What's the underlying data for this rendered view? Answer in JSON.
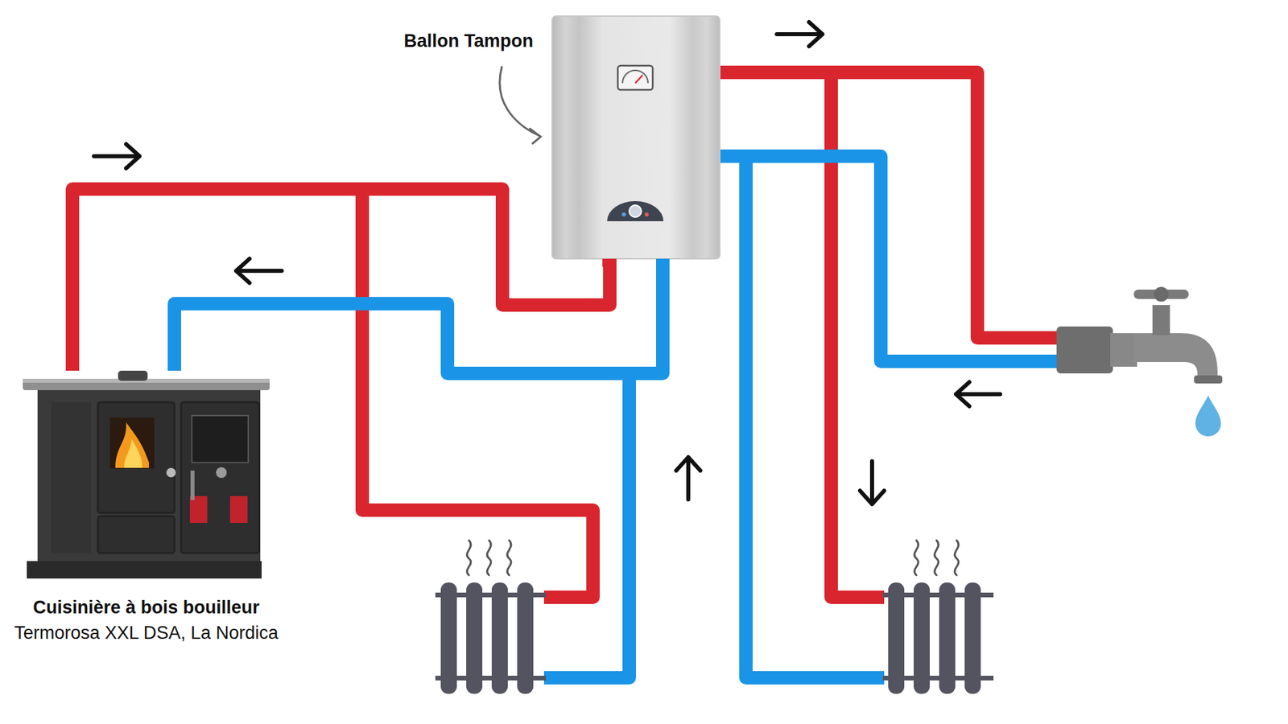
{
  "diagram": {
    "nodes": [
      {
        "text": [
          "Cuisinière à bois bouilleur",
          "Termorosa XXL DSA, La Nordica"
        ]
      },
      {
        "text": [
          "Ballon Tampon"
        ]
      }
    ],
    "edges": [
      {
        "from": 0,
        "to": 1,
        "arrow": "to"
      },
      {
        "from": 1,
        "to": 0,
        "arrow": "to"
      }
    ]
  }
}
